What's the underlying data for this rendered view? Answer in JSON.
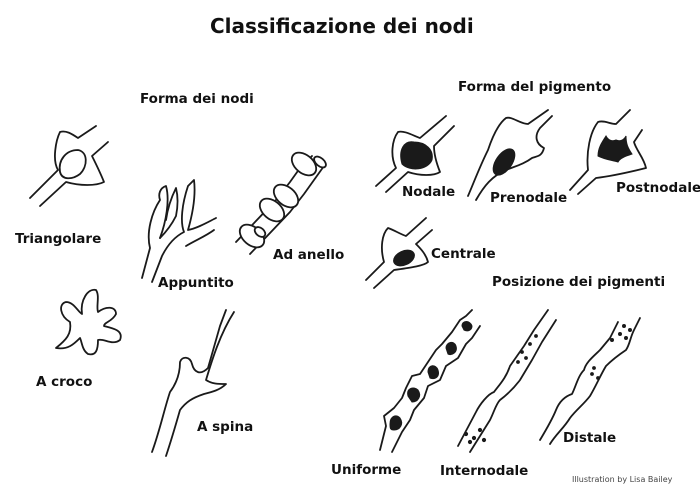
{
  "title": "Classificazione dei nodi",
  "sections": {
    "forma_nodi": "Forma dei nodi",
    "forma_pigmento": "Forma del pigmento",
    "posizione_pigmenti": "Posizione dei pigmenti"
  },
  "labels": {
    "triangolare": "Triangolare",
    "appuntito": "Appuntito",
    "ad_anello": "Ad anello",
    "a_croco": "A croco",
    "a_spina": "A spina",
    "nodale": "Nodale",
    "prenodale": "Prenodale",
    "postnodale": "Postnodale",
    "centrale": "Centrale",
    "uniforme": "Uniforme",
    "internodale": "Internodale",
    "distale": "Distale"
  },
  "credit": "Illustration by Lisa Bailey"
}
